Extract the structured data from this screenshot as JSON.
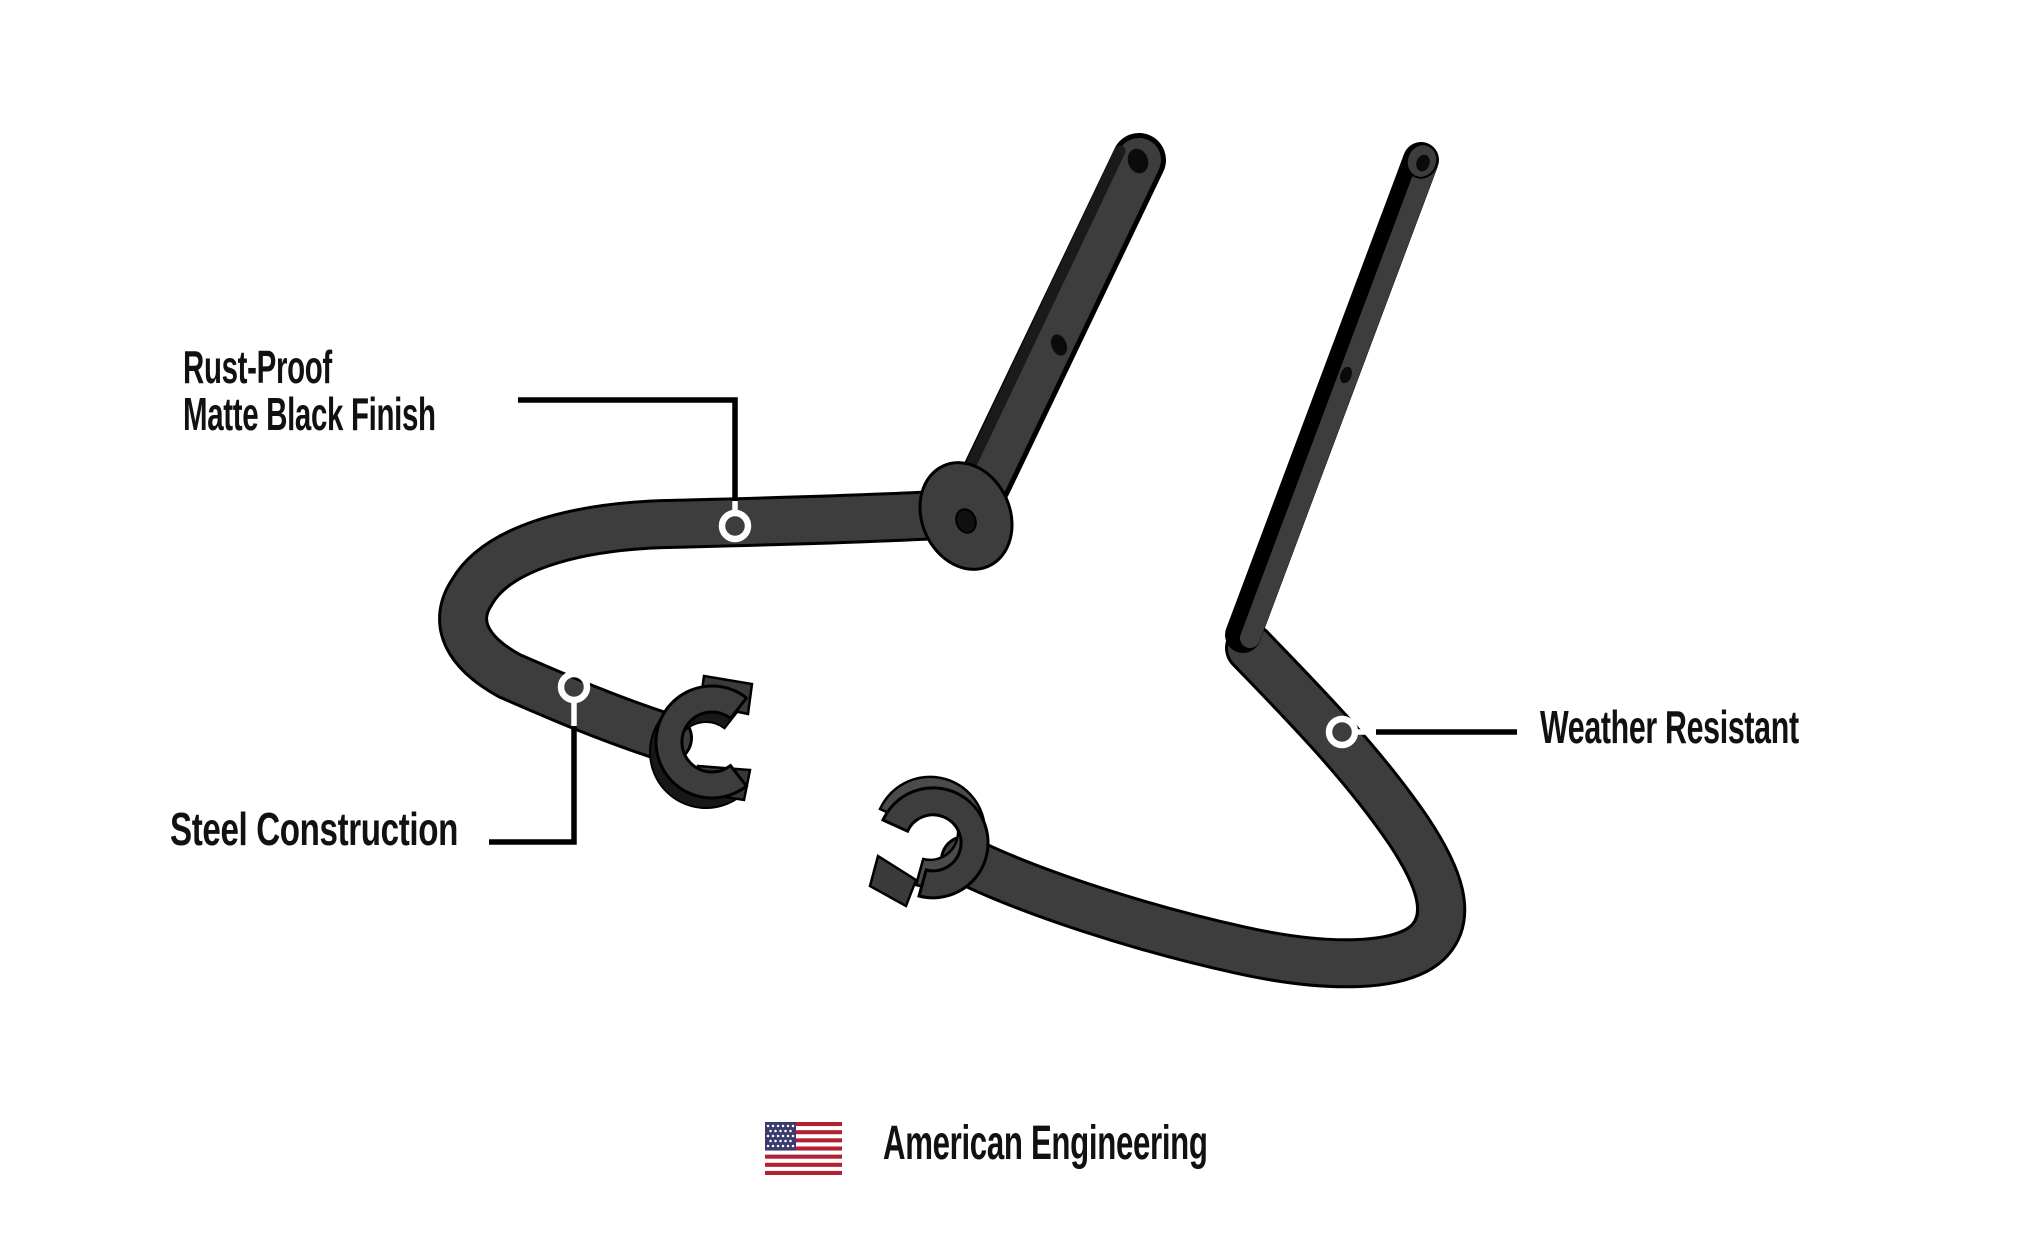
{
  "page": {
    "background_color": "#ffffff"
  },
  "callouts": [
    {
      "id": "finish",
      "lines": [
        "Rust-Proof",
        "Matte Black Finish"
      ]
    },
    {
      "id": "steel",
      "lines": [
        "Steel Construction"
      ]
    },
    {
      "id": "weather",
      "lines": [
        "Weather Resistant"
      ]
    }
  ],
  "footer": {
    "label": "American Engineering",
    "flag_icon": "us-flag"
  },
  "colors": {
    "background": "#ffffff",
    "product_fill": "#3d3d3d",
    "product_edge": "#1a1a1a",
    "outline": "#000000",
    "text": "#111111",
    "callout_line": "#000000",
    "marker_ring": "#ffffff",
    "flag_red": "#b22234",
    "flag_blue": "#3c3b6e",
    "flag_white": "#ffffff"
  }
}
